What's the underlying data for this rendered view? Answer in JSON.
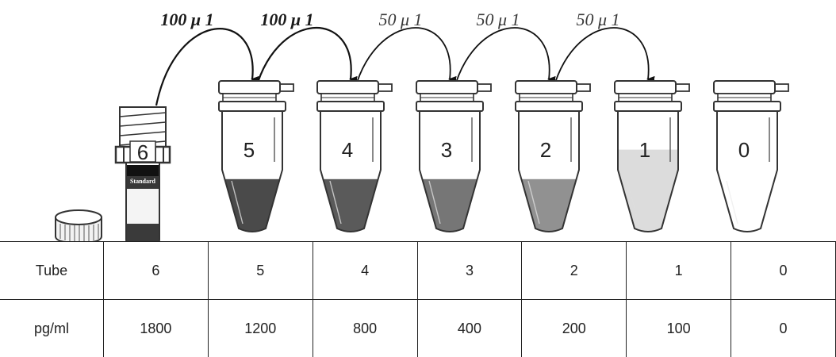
{
  "transfers": [
    {
      "label": "100 μ 1",
      "from": "6",
      "to": "5",
      "style": "bold"
    },
    {
      "label": "100 μ 1",
      "from": "5",
      "to": "4",
      "style": "bold"
    },
    {
      "label": "50 μ 1",
      "from": "4",
      "to": "3",
      "style": "light"
    },
    {
      "label": "50 μ 1",
      "from": "3",
      "to": "2",
      "style": "light"
    },
    {
      "label": "50 μ 1",
      "from": "2",
      "to": "1",
      "style": "light"
    }
  ],
  "standard_tube": {
    "number": "6",
    "label": "Standard"
  },
  "tubes": [
    {
      "number": "5",
      "fill_color": "#4a4a4a",
      "fill_level": 0.55
    },
    {
      "number": "4",
      "fill_color": "#5a5a5a",
      "fill_level": 0.55
    },
    {
      "number": "3",
      "fill_color": "#767676",
      "fill_level": 0.55
    },
    {
      "number": "2",
      "fill_color": "#919191",
      "fill_level": 0.55
    },
    {
      "number": "1",
      "fill_color": "#dcdcdc",
      "fill_level": 0.85
    },
    {
      "number": "0",
      "fill_color": "#ffffff",
      "fill_level": 0
    }
  ],
  "table": {
    "rows": [
      {
        "header": "Tube",
        "values": [
          "6",
          "5",
          "4",
          "3",
          "2",
          "1",
          "0"
        ]
      },
      {
        "header": "pg/ml",
        "values": [
          "1800",
          "1200",
          "800",
          "400",
          "200",
          "100",
          "0"
        ]
      }
    ]
  }
}
